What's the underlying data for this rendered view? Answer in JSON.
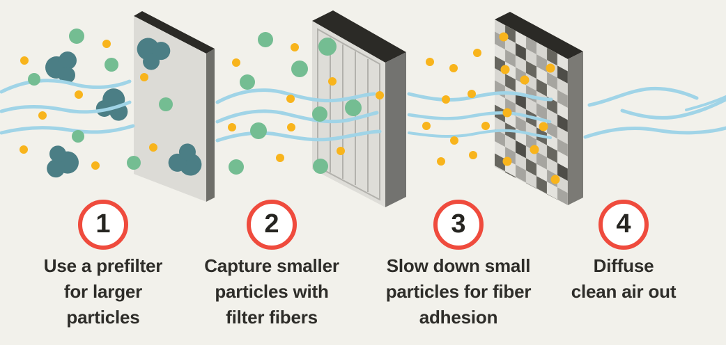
{
  "steps": [
    {
      "number": "1",
      "label": "Use a prefilter\nfor larger\nparticles"
    },
    {
      "number": "2",
      "label": "Capture smaller\nparticles with\nfilter fibers"
    },
    {
      "number": "3",
      "label": "Slow down small\nparticles for fiber\nadhesion"
    },
    {
      "number": "4",
      "label": "Diffuse\nclean air out"
    }
  ],
  "palette": {
    "bg": "#f2f1eb",
    "panel-face": "#deddd8",
    "panel-face-2": "#dcdbd6",
    "panel-top": "#2b2a26",
    "panel-side-1": "#6e6e69",
    "panel-side-2": "#737370",
    "panel-side-3": "#7b7a75",
    "panel-line": "#b2b1ac",
    "checker-light": "#d7d6d1",
    "checker-lighter": "#e4e3de",
    "checker-mid": "#a6a5a0",
    "checker-dark": "#67665f",
    "checker-darkest": "#4e4d48",
    "wave-blue": "#a0d4e7",
    "particle-teal": "#4b7e85",
    "particle-green": "#74bd92",
    "particle-yellow": "#f8b41c",
    "ring-red": "#ef4b3d",
    "number-ink": "#262521",
    "caption-ink": "#2e2d29",
    "badge-fill": "#ffffff"
  }
}
